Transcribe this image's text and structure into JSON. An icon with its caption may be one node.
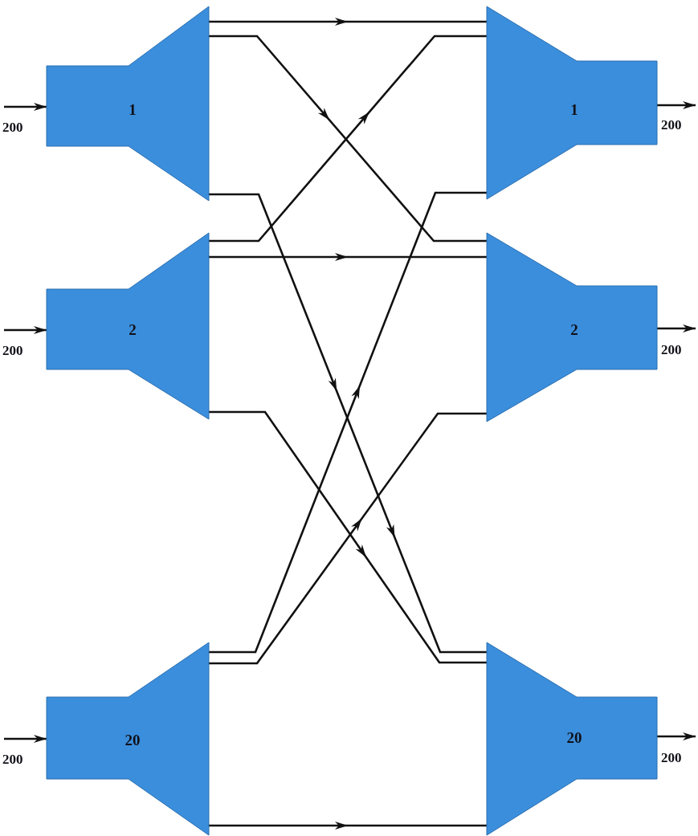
{
  "diagram": {
    "nodes": [
      {
        "text": [
          "1"
        ]
      },
      {
        "text": [
          "1"
        ]
      },
      {
        "text": [
          "2"
        ]
      },
      {
        "text": [
          "2"
        ]
      },
      {
        "text": [
          "20"
        ]
      },
      {
        "text": [
          "20"
        ]
      }
    ],
    "edges": [
      {
        "from": 0,
        "to": 1,
        "arrow": "to"
      },
      {
        "from": 0,
        "to": 3,
        "arrow": "to"
      },
      {
        "from": 0,
        "to": 5,
        "arrow": "to"
      },
      {
        "from": 2,
        "to": 1,
        "arrow": "to"
      },
      {
        "from": 2,
        "to": 3,
        "arrow": "to"
      },
      {
        "from": 2,
        "to": 5,
        "arrow": "to"
      },
      {
        "from": 4,
        "to": 1,
        "arrow": "to"
      },
      {
        "from": 4,
        "to": 3,
        "arrow": "to"
      },
      {
        "from": 4,
        "to": 5,
        "arrow": "to"
      },
      {
        "from": null,
        "to": 0,
        "arrow": "to",
        "label": "200"
      },
      {
        "from": null,
        "to": 2,
        "arrow": "to",
        "label": "200"
      },
      {
        "from": null,
        "to": 4,
        "arrow": "to",
        "label": "200"
      },
      {
        "from": 1,
        "to": null,
        "arrow": "to",
        "label": "200"
      },
      {
        "from": 3,
        "to": null,
        "arrow": "to",
        "label": "200"
      },
      {
        "from": 5,
        "to": null,
        "arrow": "to",
        "label": "200"
      }
    ]
  }
}
